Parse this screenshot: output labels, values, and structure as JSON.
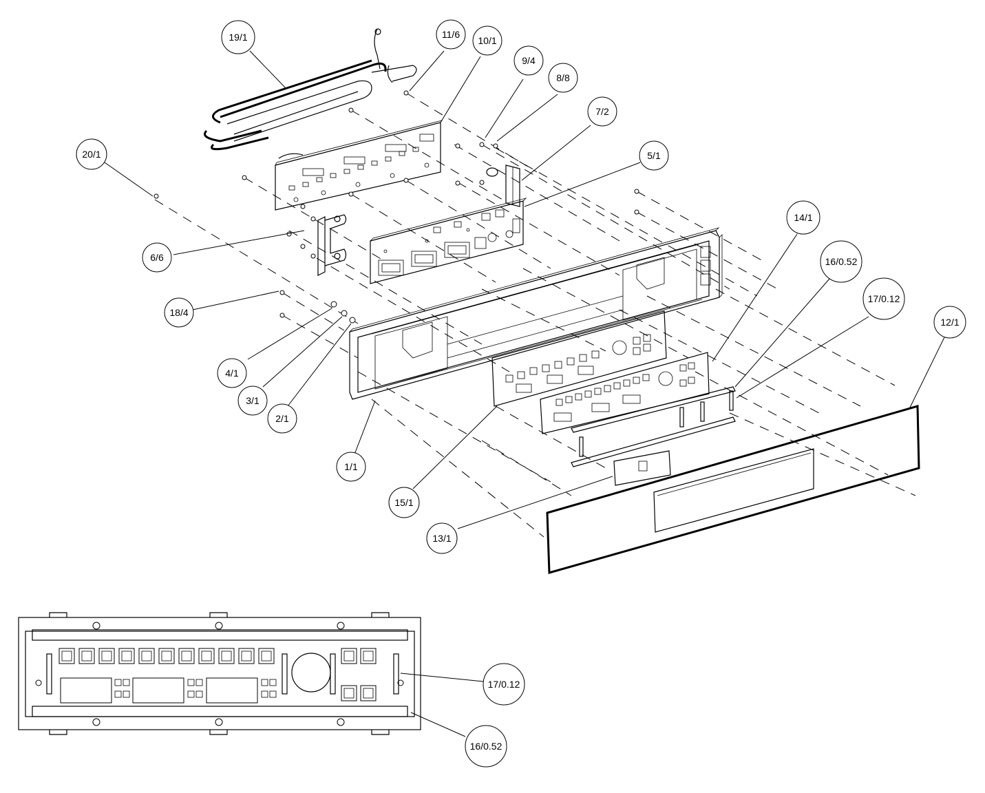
{
  "callouts": [
    {
      "id": "c19",
      "label": "19/1"
    },
    {
      "id": "c11",
      "label": "11/6"
    },
    {
      "id": "c10",
      "label": "10/1"
    },
    {
      "id": "c9",
      "label": "9/4"
    },
    {
      "id": "c8",
      "label": "8/8"
    },
    {
      "id": "c7",
      "label": "7/2"
    },
    {
      "id": "c5",
      "label": "5/1"
    },
    {
      "id": "c20",
      "label": "20/1"
    },
    {
      "id": "c6",
      "label": "6/6"
    },
    {
      "id": "c18",
      "label": "18/4"
    },
    {
      "id": "c4",
      "label": "4/1"
    },
    {
      "id": "c3",
      "label": "3/1"
    },
    {
      "id": "c2",
      "label": "2/1"
    },
    {
      "id": "c1",
      "label": "1/1"
    },
    {
      "id": "c15",
      "label": "15/1"
    },
    {
      "id": "c13",
      "label": "13/1"
    },
    {
      "id": "c14",
      "label": "14/1"
    },
    {
      "id": "c16",
      "label": "16/0.52"
    },
    {
      "id": "c17",
      "label": "17/0.12"
    },
    {
      "id": "c12",
      "label": "12/1"
    },
    {
      "id": "c17b",
      "label": "17/0.12"
    },
    {
      "id": "c16b",
      "label": "16/0.52"
    }
  ]
}
